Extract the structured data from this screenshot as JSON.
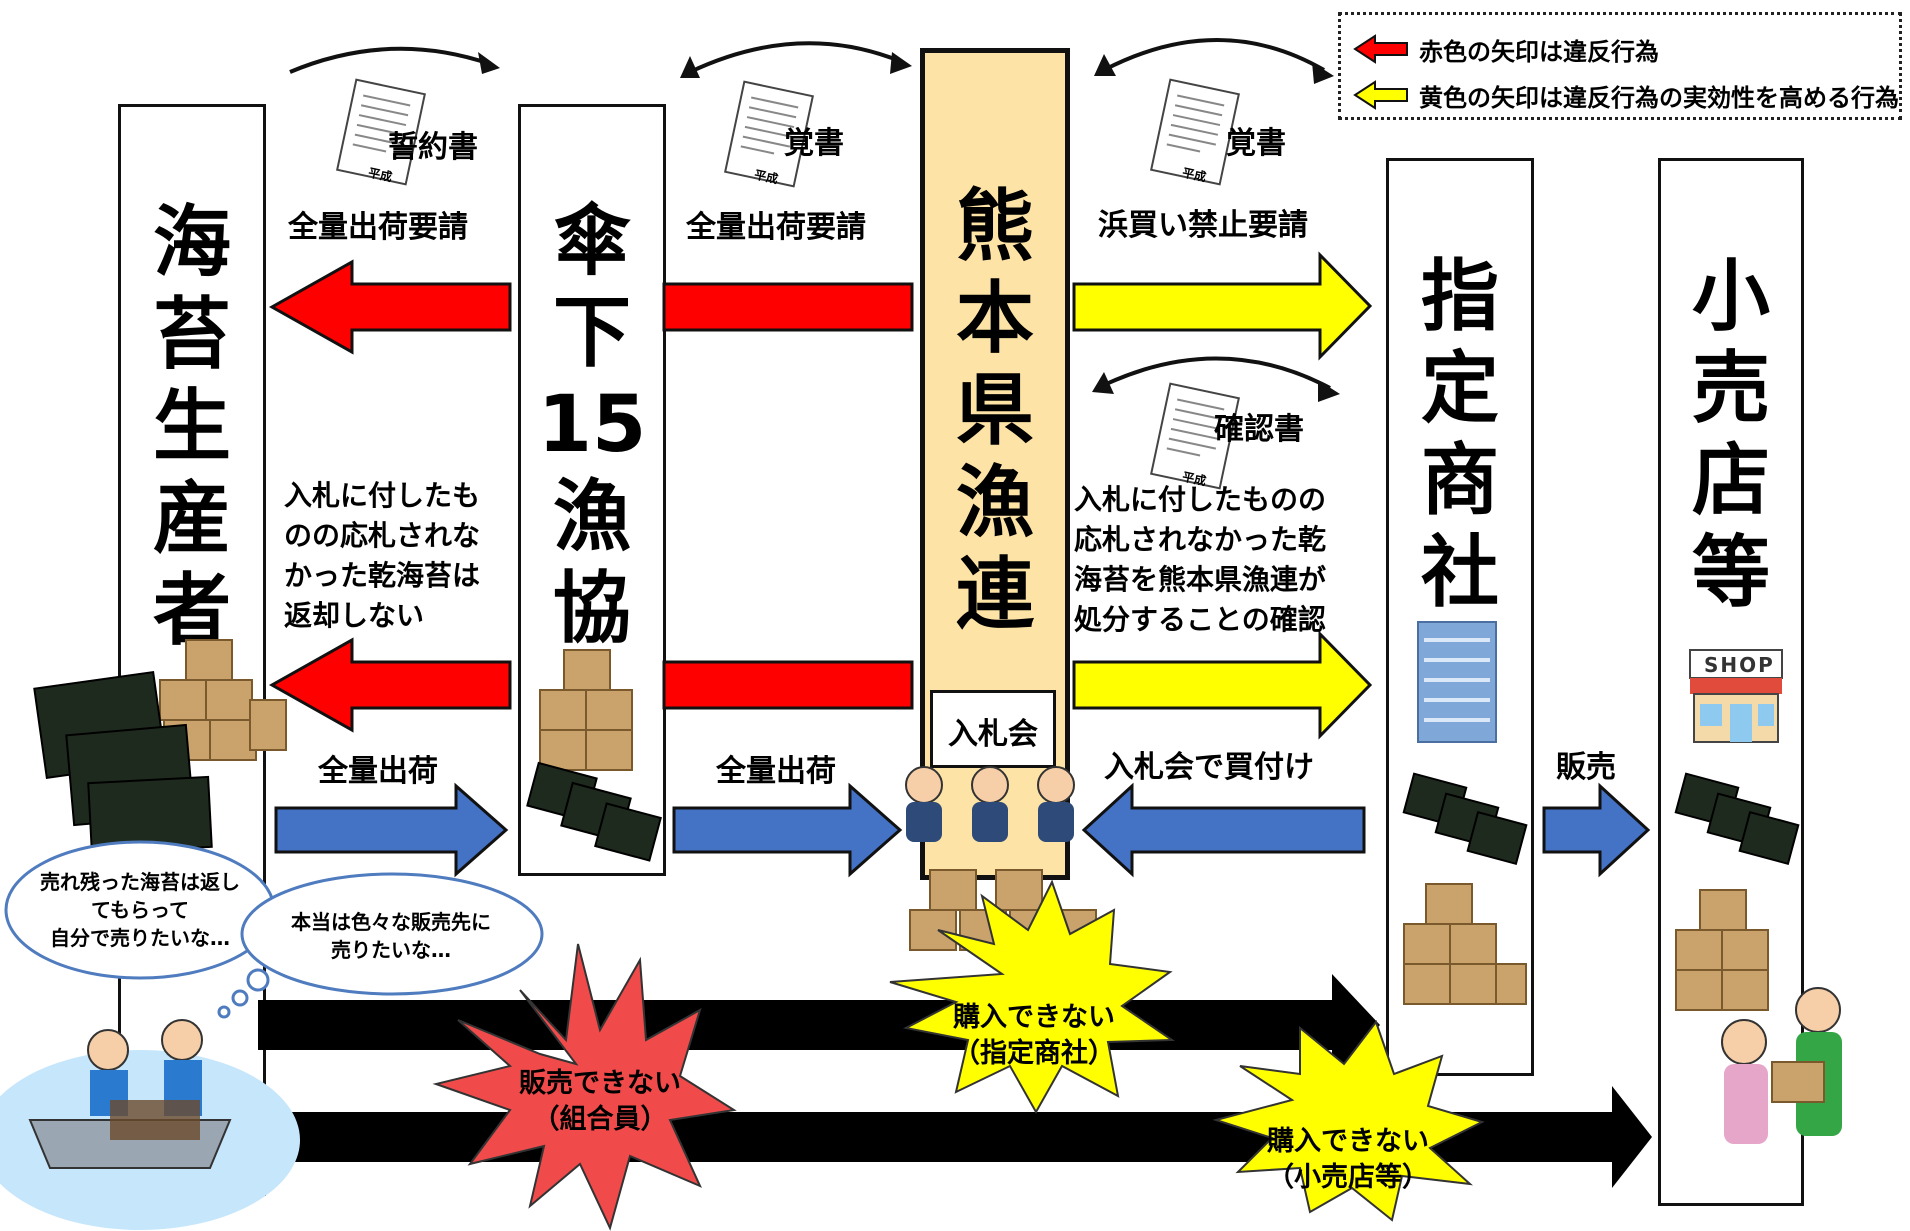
{
  "legend": {
    "red_text": "赤色の矢印は違反行為",
    "yellow_text": "黄色の矢印は違反行為の実効性を高める行為",
    "red_color": "#ff0000",
    "yellow_color": "#ffff00"
  },
  "columns": {
    "producer": "海\n苔\n生\n産\n者",
    "coop": "傘\n下\n15\n漁\n協",
    "federation": "熊\n本\n県\n漁\n連",
    "trading": "指\n定\n商\n社",
    "retail": "小\n売\n店\n等"
  },
  "documents": {
    "pledge": "誓約書",
    "memo_left": "覚書",
    "memo_right": "覚書",
    "confirmation": "確認書",
    "doc_stamp": "平成"
  },
  "labels": {
    "full_request_1": "全量出荷要請",
    "full_request_2": "全量出荷要請",
    "beach_ban": "浜買い禁止要請",
    "no_return": "入札に付したも\nのの応札されな\nかった乾海苔は\n返却しない",
    "confirm_text": "入札に付したものの\n応札されなかった乾\n海苔を熊本県漁連が\n処分することの確認",
    "auction": "入札会",
    "ship_1": "全量出荷",
    "ship_2": "全量出荷",
    "buy_auction": "入札会で買付け",
    "sell": "販売",
    "shop_sign": "SHOP"
  },
  "bubbles": {
    "left": "売れ残った海苔は返し\nてもらって\n自分で売りたいな…",
    "right": "本当は色々な販売先に\n売りたいな…"
  },
  "stars": {
    "cannot_sell": "販売できない\n（組合員）",
    "cannot_buy_trading": "購入できない\n（指定商社）",
    "cannot_buy_retail": "購入できない\n（小売店等）"
  },
  "colors": {
    "red_arrow": "#ff0000",
    "yellow_arrow": "#ffff00",
    "blue_arrow": "#4472c4",
    "federation_bg": "#fde4a6",
    "star_red": "#f04a4a",
    "star_yellow": "#ffff00"
  }
}
